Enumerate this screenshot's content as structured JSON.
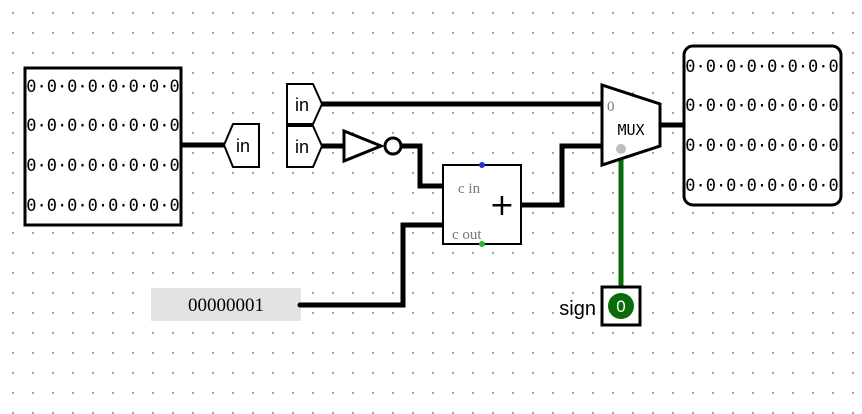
{
  "input_register": {
    "rows": [
      "0·0·0·0·0·0·0·0",
      "0·0·0·0·0·0·0·0",
      "0·0·0·0·0·0·0·0",
      "0·0·0·0·0·0·0·0"
    ]
  },
  "output_register": {
    "rows": [
      "0·0·0·0·0·0·0·0",
      "0·0·0·0·0·0·0·0",
      "0·0·0·0·0·0·0·0",
      "0·0·0·0·0·0·0·0"
    ]
  },
  "tunnels": {
    "left": "in",
    "top": "in",
    "middle": "in"
  },
  "adder": {
    "symbol": "+",
    "carry_in_label": "c in",
    "carry_out_label": "c out"
  },
  "mux": {
    "label": "MUX",
    "input0_label": "0"
  },
  "constant": {
    "value": "00000001"
  },
  "sign_pin": {
    "label": "sign",
    "value": "0"
  },
  "colors": {
    "wire": "#000000",
    "select_wire": "#0a6b0a",
    "led_fill": "#0a6b0a",
    "constant_bg": "#e3e3e3",
    "carry_in_dot": "#2233dd",
    "carry_out_dot": "#22bb33"
  }
}
